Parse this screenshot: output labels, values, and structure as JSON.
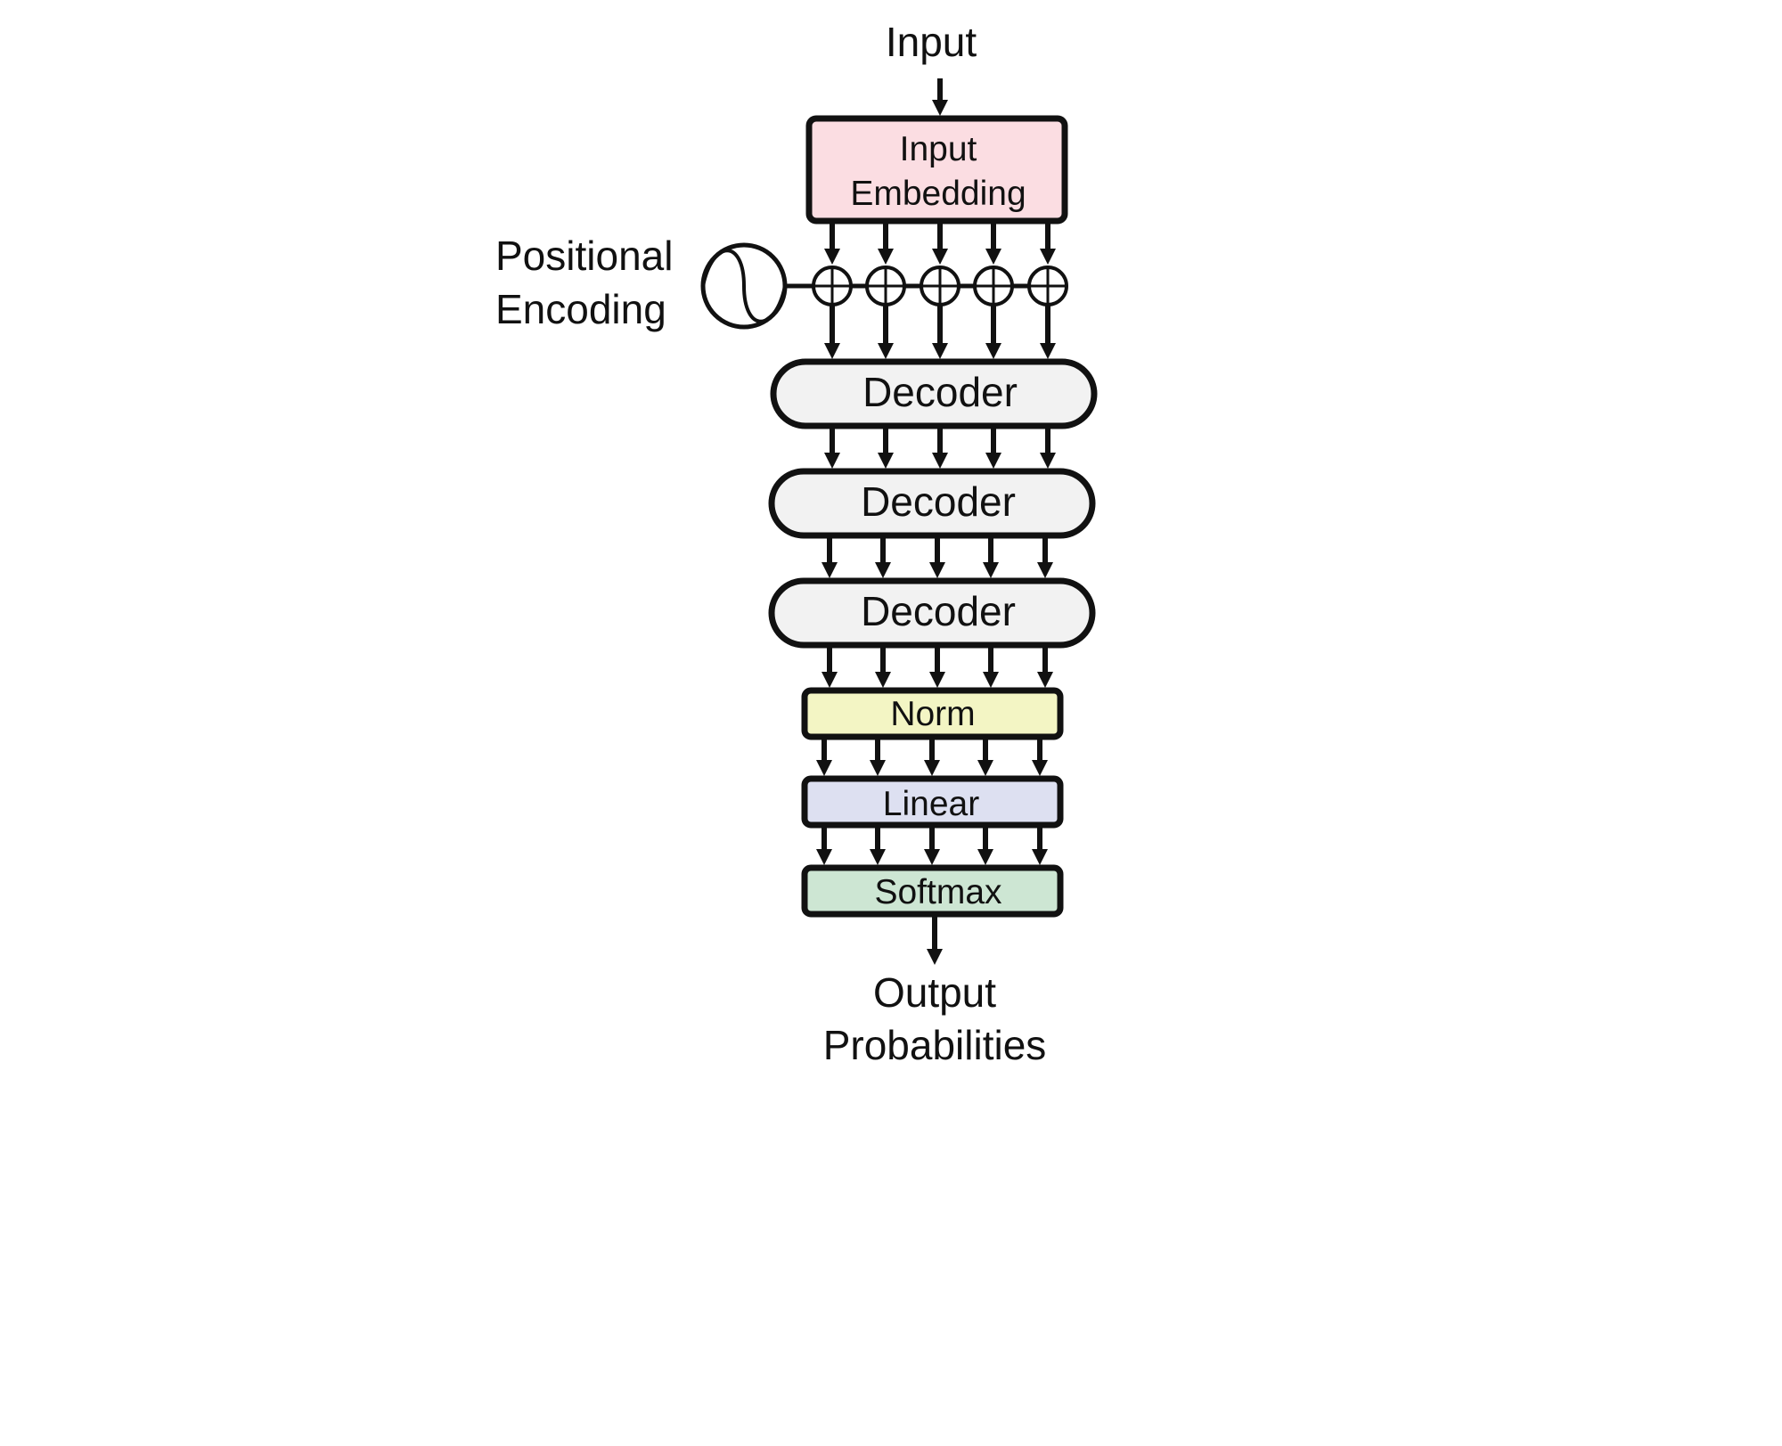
{
  "input_label": "Input",
  "embedding": {
    "line1": "Input",
    "line2": "Embedding",
    "color": "#fbdde2"
  },
  "positional_encoding": {
    "line1": "Positional",
    "line2": "Encoding"
  },
  "decoders": [
    {
      "label": "Decoder"
    },
    {
      "label": "Decoder"
    },
    {
      "label": "Decoder"
    }
  ],
  "decoder_color": "#f2f2f2",
  "norm": {
    "label": "Norm",
    "color": "#f3f5c4"
  },
  "linear": {
    "label": "Linear",
    "color": "#dde0f1"
  },
  "softmax": {
    "label": "Softmax",
    "color": "#cde6d3"
  },
  "output": {
    "line1": "Output",
    "line2": "Probabilities"
  },
  "icons": {
    "add": "circle-plus",
    "encoding": "sine-wave-circle"
  }
}
